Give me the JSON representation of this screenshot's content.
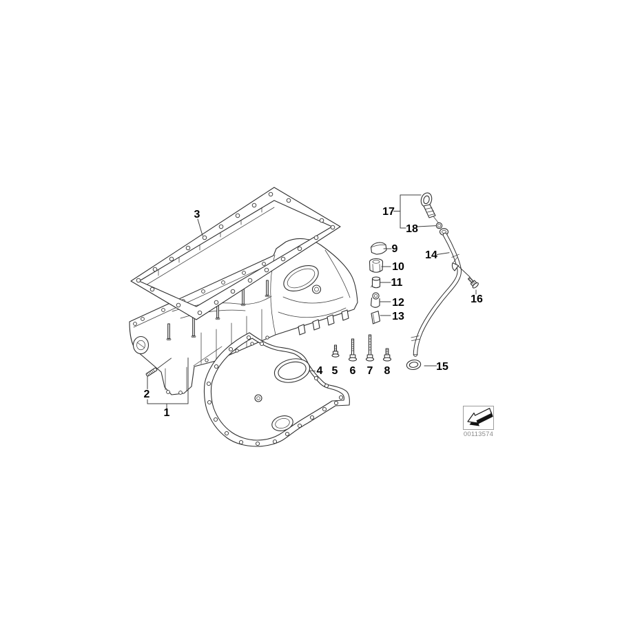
{
  "diagram": {
    "image_code": "00113574",
    "callouts": [
      {
        "label": "1"
      },
      {
        "label": "2"
      },
      {
        "label": "3"
      },
      {
        "label": "4"
      },
      {
        "label": "5"
      },
      {
        "label": "6"
      },
      {
        "label": "7"
      },
      {
        "label": "8"
      },
      {
        "label": "9"
      },
      {
        "label": "10"
      },
      {
        "label": "11"
      },
      {
        "label": "12"
      },
      {
        "label": "13"
      },
      {
        "label": "14"
      },
      {
        "label": "15"
      },
      {
        "label": "16"
      },
      {
        "label": "17"
      },
      {
        "label": "18"
      }
    ]
  },
  "colors": {
    "background": "#ffffff",
    "line": "#2f2f2f",
    "label": "#000000",
    "watermark_text": "#8a8a8a",
    "watermark_border": "#9c9c9c",
    "arrow": "#141414"
  }
}
